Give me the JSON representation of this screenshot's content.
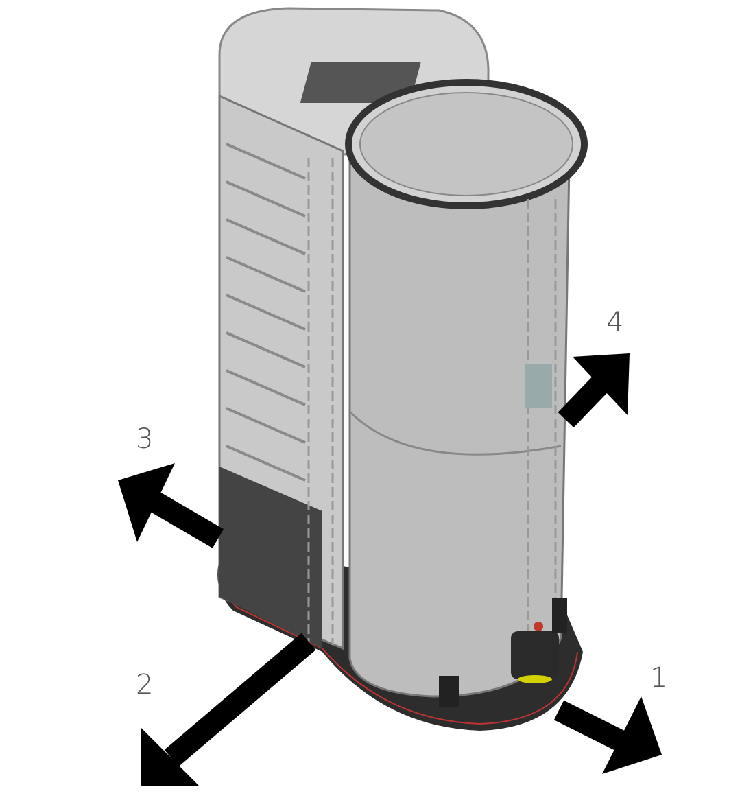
{
  "figure": {
    "labels": {
      "arrow1": "1",
      "arrow2": "2",
      "arrow3": "3",
      "arrow4": "4"
    },
    "colors": {
      "arrow": "#000000",
      "body": "#b9b9b9",
      "cabinet": "#cfcfcf",
      "base": "#3a3a3a",
      "accent_red": "#c0392b",
      "accent_yellow": "#d4d100"
    }
  }
}
